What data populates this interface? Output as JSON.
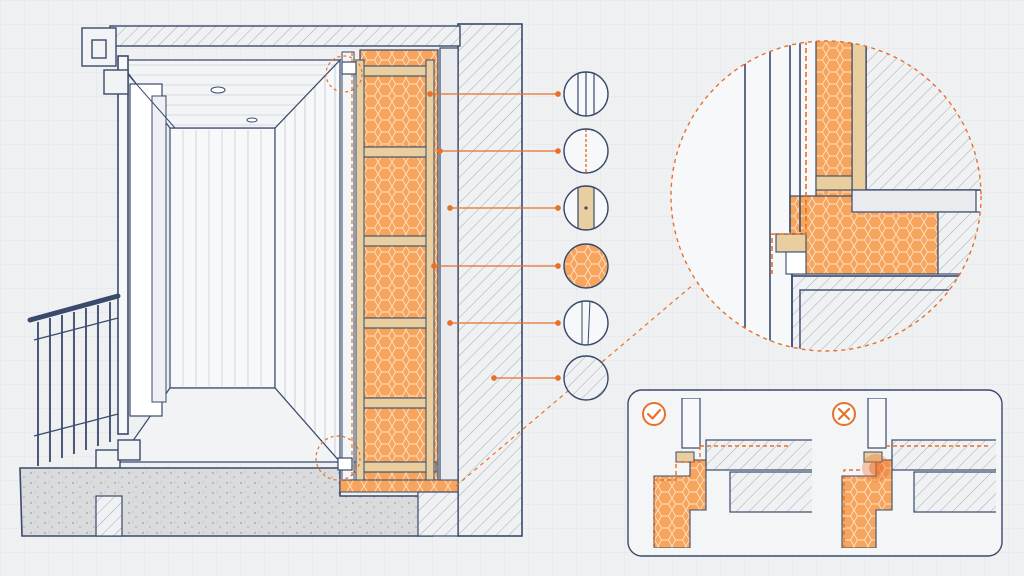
{
  "colors": {
    "background": "#eef0f2",
    "grid": "#dde1e5",
    "line": "#3a4a6b",
    "line_light": "#8a97ad",
    "insulation": "#f7a45c",
    "insulation_dark": "#e8823a",
    "accent": "#e8702a",
    "wood": "#e9cfa0",
    "concrete": "#d9dbdc",
    "panel_bg": "#f4f5f6"
  },
  "legend_items": [
    {
      "material": "window-frame",
      "icon": "frame-profile-icon"
    },
    {
      "material": "vapour-barrier",
      "icon": "membrane-icon"
    },
    {
      "material": "timber-batten",
      "icon": "batten-icon"
    },
    {
      "material": "insulation",
      "icon": "insulation-icon"
    },
    {
      "material": "wall-board",
      "icon": "board-icon"
    },
    {
      "material": "masonry-wall",
      "icon": "masonry-icon"
    }
  ],
  "comparison": {
    "correct_icon": "checkmark-icon",
    "wrong_icon": "cross-icon"
  }
}
